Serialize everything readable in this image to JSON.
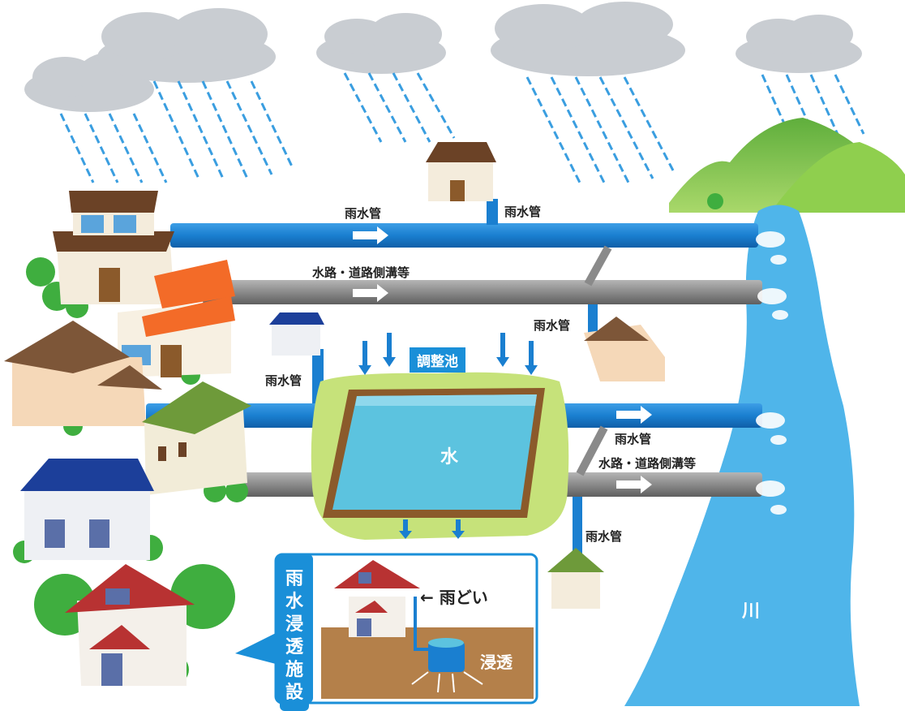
{
  "labels": {
    "pipe_top_1": "雨水管",
    "pipe_top_2": "雨水管",
    "channel_top": "水路・道路側溝等",
    "pipe_mid_right": "雨水管",
    "pipe_mid_left": "雨水管",
    "pond": "調整池",
    "water": "水",
    "pipe_bottom_right": "雨水管",
    "channel_bottom": "水路・道路側溝等",
    "pipe_lower_right": "雨水管",
    "river": "川"
  },
  "inset": {
    "title_chars": [
      "雨",
      "水",
      "浸",
      "透",
      "施",
      "設"
    ],
    "gutter_label": "← 雨どい",
    "infiltration_label": "浸透"
  },
  "colors": {
    "pipe_blue": "#1a7fd0",
    "channel_gray": "#8a8a8a",
    "river": "#4fb5ea",
    "pond_water": "#5cc3df",
    "pond_rim": "#8b5a2b",
    "grass": "#c6e27a",
    "soil": "#b4804a",
    "accent": "#1a8fd8"
  }
}
